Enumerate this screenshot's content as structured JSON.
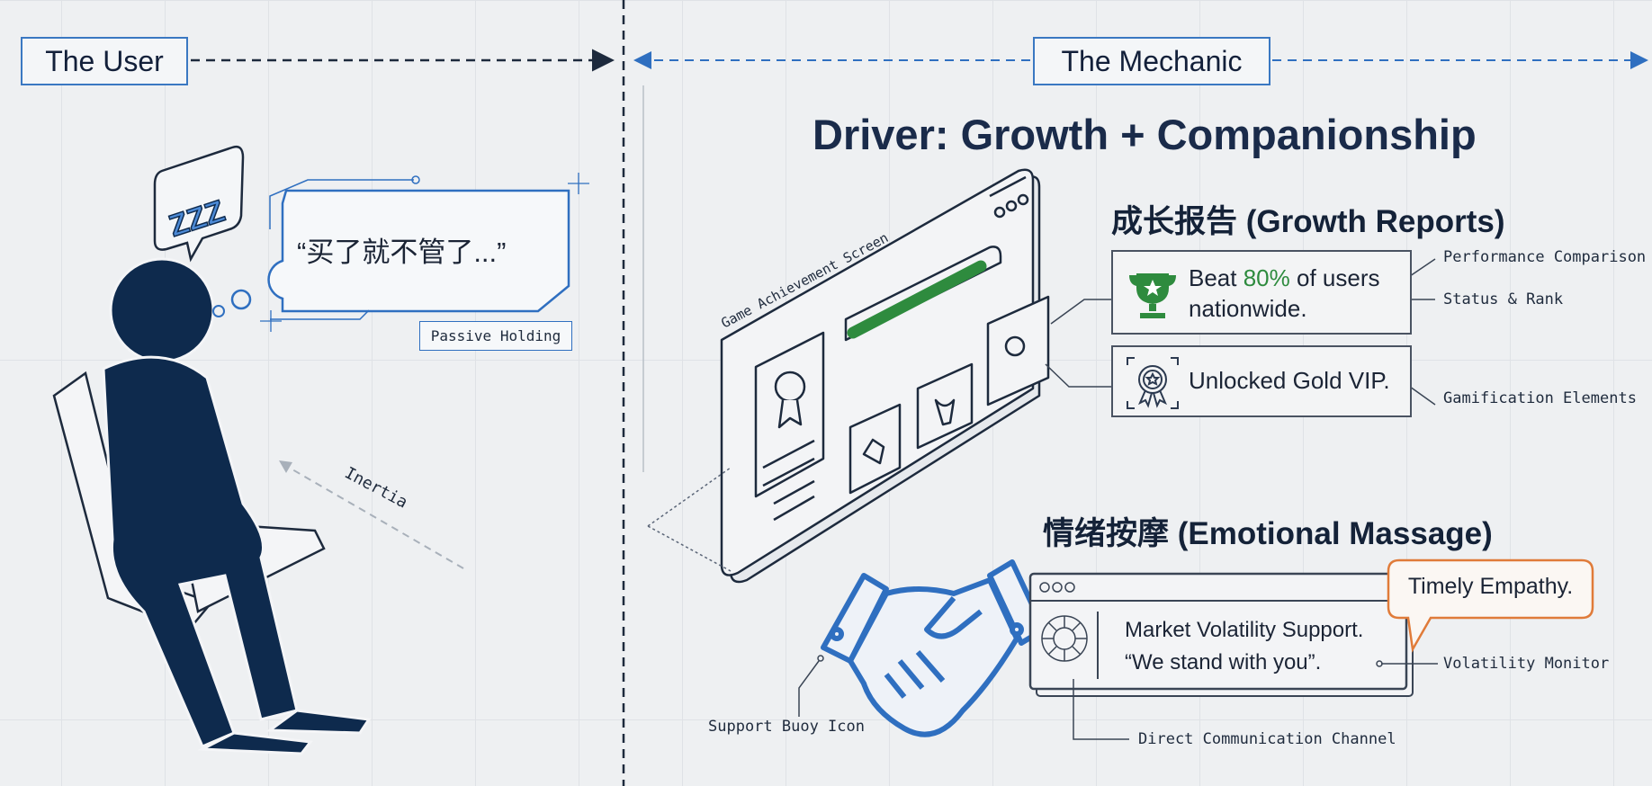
{
  "header": {
    "left_tag": "The User",
    "right_tag": "The Mechanic"
  },
  "user_panel": {
    "sleep_bubble": "ZZZ",
    "thought": "“买了就不管了...”",
    "thought_tag": "Passive Holding",
    "inertia_label": "Inertia"
  },
  "mechanic_panel": {
    "title": "Driver: Growth + Companionship",
    "game_screen_label": "Game Achievement Screen",
    "growth": {
      "heading": "成长报告 (Growth Reports)",
      "card1_prefix": "Beat ",
      "card1_highlight": "80%",
      "card1_suffix": " of users nationwide.",
      "card2": "Unlocked Gold VIP.",
      "labels": [
        "Performance Comparison",
        "Status & Rank",
        "Gamification Elements"
      ]
    },
    "emotional": {
      "heading": "情绪按摩 (Emotional Massage)",
      "message_line1": "Market Volatility Support.",
      "message_line2": "“We stand with you”.",
      "bubble": "Timely Empathy.",
      "labels": [
        "Volatility Monitor",
        "Direct Communication Channel",
        "Support Buoy Icon"
      ]
    }
  },
  "colors": {
    "navy": "#0e2a4d",
    "accent_blue": "#2f6fc0",
    "green": "#2e8b3e",
    "orange": "#e07b39"
  }
}
